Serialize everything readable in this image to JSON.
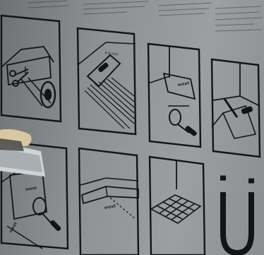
{
  "photo": {
    "subject": "membrane-installation-pictograms",
    "labels": {
      "trowel_size": "4-6 mm",
      "brand_mark_1": "weat",
      "brand_mark_2": "weat",
      "brand_mark_3": "weat",
      "brand_mark_4": "weat"
    },
    "colors": {
      "membrane": "#8f9295",
      "ink": "#151515",
      "hand": "#d9c7a3",
      "blade": "#cfd3d6"
    }
  }
}
